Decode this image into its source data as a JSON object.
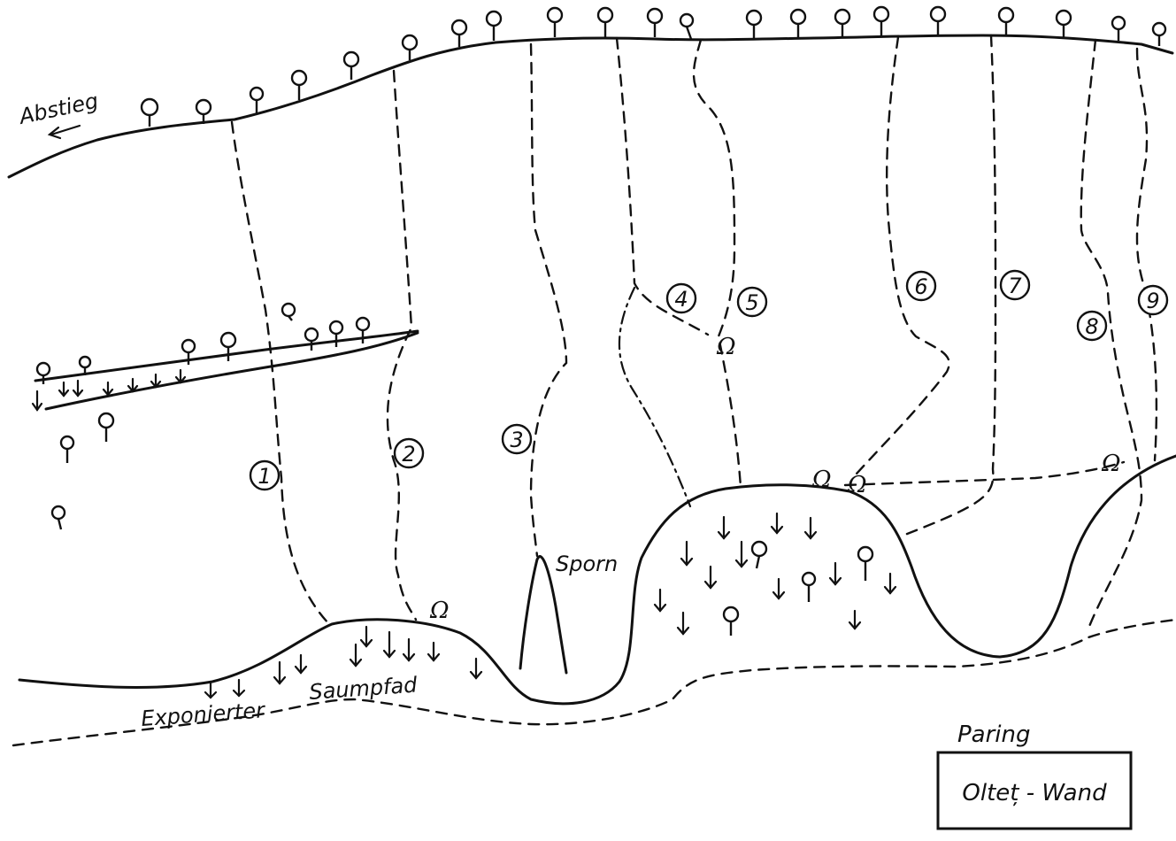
{
  "labels": {
    "descent": "Abstieg",
    "spur": "Sporn",
    "path_word1": "Exponierter",
    "path_word2": "Saumpfad",
    "area": "Paring",
    "wall_name": "Olteț - Wand"
  },
  "routes": [
    "1",
    "2",
    "3",
    "4",
    "5",
    "6",
    "7",
    "8",
    "9"
  ],
  "belay_symbol": "Ω"
}
